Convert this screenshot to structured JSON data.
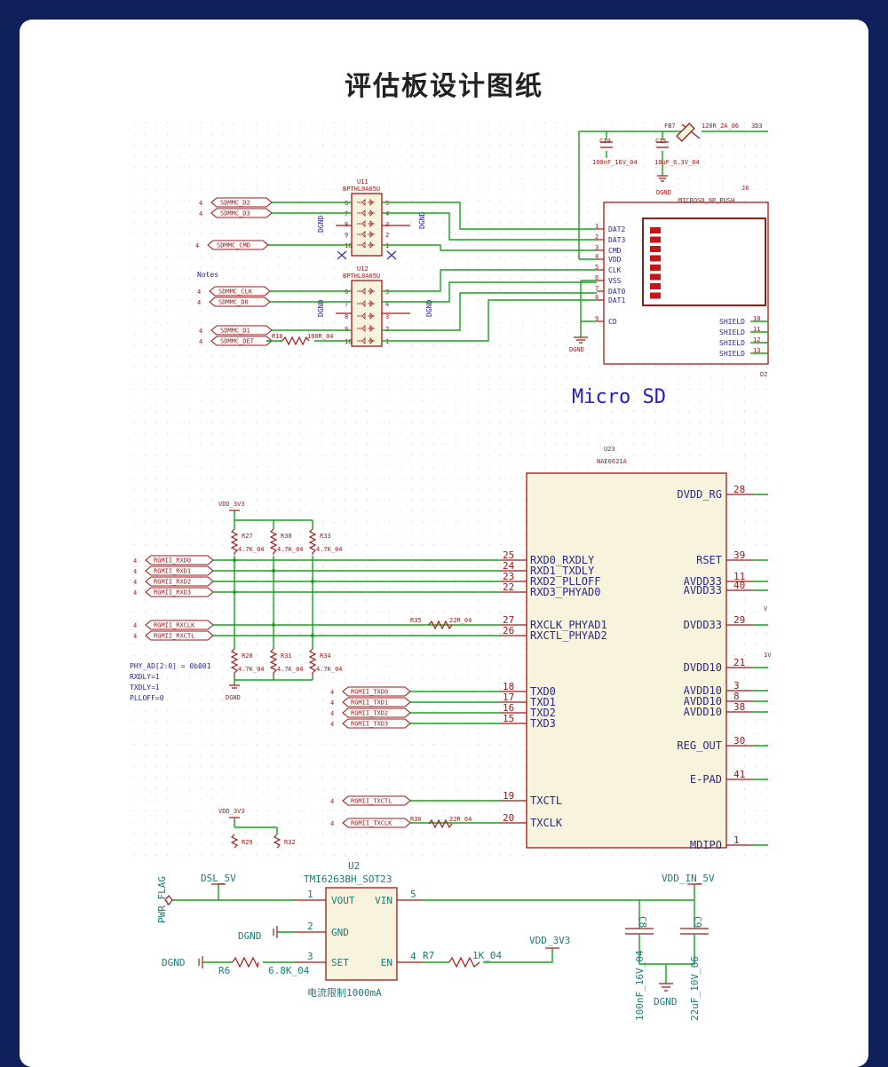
{
  "title": "评估板设计图纸",
  "sd_section": {
    "caption": "Micro SD",
    "c14": "C14",
    "c14_value": "100nF_16V_04",
    "c15": "C15",
    "c15_value": "10uF_6.3V_04",
    "fb": "FB7",
    "fb_value": "120R_2A_06",
    "vdd": "3D3",
    "dgnd": "DGND",
    "u11": "U11",
    "u11_part": "BPTHL0A05U",
    "u12": "U12",
    "u12_part": "BPTHL0A05U",
    "j6": "J6",
    "j6_part": "MICROSD_9P_PUSH",
    "r10": "R10",
    "r10_value": "100R_04",
    "net_flag": "4",
    "nets": [
      "SDMMC_D2",
      "SDMMC_D3",
      "SDMMC_CMD",
      "SDMMC_CLK",
      "SDMMC_D0",
      "SDMMC_D1",
      "SDMMC_DET"
    ],
    "u_left_pins": [
      "6",
      "7",
      "8",
      "9",
      "10"
    ],
    "u_right_pins": [
      "5",
      "4",
      "3",
      "2",
      "1"
    ],
    "sd_pins": [
      {
        "num": "1",
        "name": "DAT2"
      },
      {
        "num": "2",
        "name": "DAT3"
      },
      {
        "num": "3",
        "name": "CMD"
      },
      {
        "num": "4",
        "name": "VDD"
      },
      {
        "num": "5",
        "name": "CLK"
      },
      {
        "num": "6",
        "name": "VSS"
      },
      {
        "num": "7",
        "name": "DAT0"
      },
      {
        "num": "8",
        "name": "DAT1"
      },
      {
        "num": "9",
        "name": "CD"
      }
    ],
    "shield_pins": [
      {
        "num": "10",
        "name": "SHIELD"
      },
      {
        "num": "11",
        "name": "SHIELD"
      },
      {
        "num": "12",
        "name": "SHIELD"
      },
      {
        "num": "13",
        "name": "SHIELD"
      }
    ]
  },
  "phy_section": {
    "ref": "U23",
    "part": "NAE0621A",
    "vdd": "VDD_3V3",
    "dgnd": "DGND",
    "pullups": [
      {
        "ref": "R27",
        "value": "4.7K_04"
      },
      {
        "ref": "R30",
        "value": "4.7K_04"
      },
      {
        "ref": "R33",
        "value": "4.7K_04"
      }
    ],
    "pulldowns": [
      {
        "ref": "R28",
        "value": "4.7K_04"
      },
      {
        "ref": "R31",
        "value": "4.7K_04"
      },
      {
        "ref": "R34",
        "value": "4.7K_04"
      }
    ],
    "r35": "R35",
    "r35_value": "22R_04",
    "r36": "R36",
    "r36_value": "22R_04",
    "r29": "R29",
    "r32": "R32",
    "strap_notes": [
      "PHY_AD[2:0] = 0b001",
      "RXDLY=1",
      "TXDLY=1",
      "PLLOFF=0"
    ],
    "nets_rx": [
      "RGMII_RXD0",
      "RGMII_RXD1",
      "RGMII_RXD2",
      "RGMII_RXD3"
    ],
    "nets_rxclk": [
      "RGMII_RXCLK",
      "RGMII_RXCTL"
    ],
    "nets_tx": [
      "RGMII_TXD0",
      "RGMII_TXD1",
      "RGMII_TXD2",
      "RGMII_TXD3"
    ],
    "net_txctl": "RGMII_TXCTL",
    "net_txclk": "RGMII_TXCLK",
    "left_pins": [
      {
        "num": "25",
        "name": "RXD0_RXDLY"
      },
      {
        "num": "24",
        "name": "RXD1_TXDLY"
      },
      {
        "num": "23",
        "name": "RXD2_PLLOFF"
      },
      {
        "num": "22",
        "name": "RXD3_PHYAD0"
      },
      {
        "num": "27",
        "name": "RXCLK_PHYAD1"
      },
      {
        "num": "26",
        "name": "RXCTL_PHYAD2"
      },
      {
        "num": "18",
        "name": "TXD0"
      },
      {
        "num": "17",
        "name": "TXD1"
      },
      {
        "num": "16",
        "name": "TXD2"
      },
      {
        "num": "15",
        "name": "TXD3"
      },
      {
        "num": "19",
        "name": "TXCTL"
      },
      {
        "num": "20",
        "name": "TXCLK"
      }
    ],
    "right_pins": [
      {
        "num": "28",
        "name": "DVDD_RG"
      },
      {
        "num": "39",
        "name": "RSET"
      },
      {
        "num": "11",
        "name": "AVDD33"
      },
      {
        "num": "40",
        "name": "AVDD33"
      },
      {
        "num": "29",
        "name": "DVDD33"
      },
      {
        "num": "21",
        "name": "DVDD10"
      },
      {
        "num": "3",
        "name": "AVDD10"
      },
      {
        "num": "8",
        "name": "AVDD10"
      },
      {
        "num": "38",
        "name": "AVDD10"
      },
      {
        "num": "30",
        "name": "REG_OUT"
      },
      {
        "num": "41",
        "name": "E-PAD"
      },
      {
        "num": "1",
        "name": "MDIPO"
      }
    ]
  },
  "power_section": {
    "ref": "U2",
    "part": "TMI6263BH_SOT23",
    "pwr_flag": "PWR_FLAG",
    "dsl": "DSL_5V",
    "vin_net": "VDD_IN_5V",
    "vdd33": "VDD_3V3",
    "dgnd": "DGND",
    "pins": [
      {
        "num": "1",
        "name": "VOUT"
      },
      {
        "num": "2",
        "name": "GND"
      },
      {
        "num": "3",
        "name": "SET"
      },
      {
        "num": "5",
        "name": "VIN"
      },
      {
        "num": "4",
        "name": "EN"
      }
    ],
    "r6": "R6",
    "r6_value": "6.8K_04",
    "r7": "R7",
    "r7_value": "1K_04",
    "c8": "C8",
    "c8_value": "100nF_16V_04",
    "c9": "C9",
    "c9_value": "22uF_10V_06",
    "note": "电流限制1000mA"
  }
}
